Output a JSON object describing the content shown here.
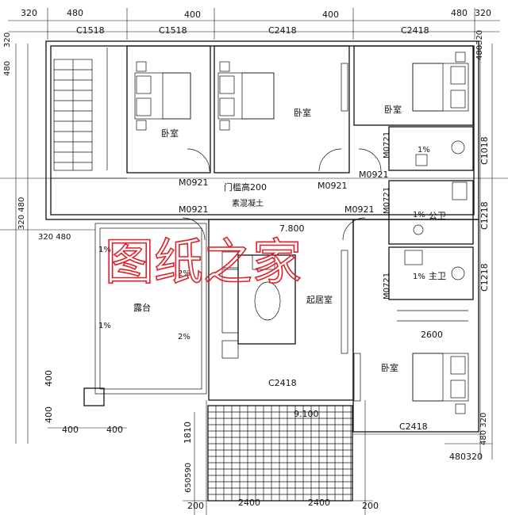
{
  "plan": {
    "top_dims": [
      "320",
      "480",
      "400",
      "400",
      "480",
      "320"
    ],
    "right_top_dims": "480320",
    "left_dims": [
      "320",
      "480",
      "320 480",
      "320 480"
    ],
    "windows_top": [
      "C1518",
      "C1518",
      "C2418",
      "C2418"
    ],
    "windows_right": [
      "C1018",
      "C1218",
      "C1218"
    ],
    "windows_bottom": [
      "C2418",
      "C2418"
    ],
    "doors": [
      "M0921",
      "M0921",
      "M0921",
      "M0921",
      "M0921",
      "M0721",
      "M0721",
      "M0721"
    ],
    "rooms": {
      "bedroom1": "卧室",
      "bedroom2": "卧室",
      "bedroom3": "卧室",
      "bedroom4": "卧室",
      "living": "起居室",
      "terrace": "露台",
      "bath_public": "公卫",
      "bath_master": "主卫"
    },
    "notes": {
      "threshold": "门槛高200",
      "concrete": "素混凝土",
      "elev1": "7.800",
      "elev2": "9.100",
      "slope1": "1%",
      "slope2": "2%",
      "dim2600": "2600"
    },
    "left_bottom_dims": [
      "400",
      "400",
      "400",
      "400"
    ],
    "left_vertical_bottom": [
      "1810",
      "650590"
    ],
    "bottom_dims": [
      "200",
      "2400",
      "2400",
      "200"
    ],
    "right_bottom_dims": [
      "480320",
      "480 320"
    ],
    "watermark": "图纸之家"
  }
}
